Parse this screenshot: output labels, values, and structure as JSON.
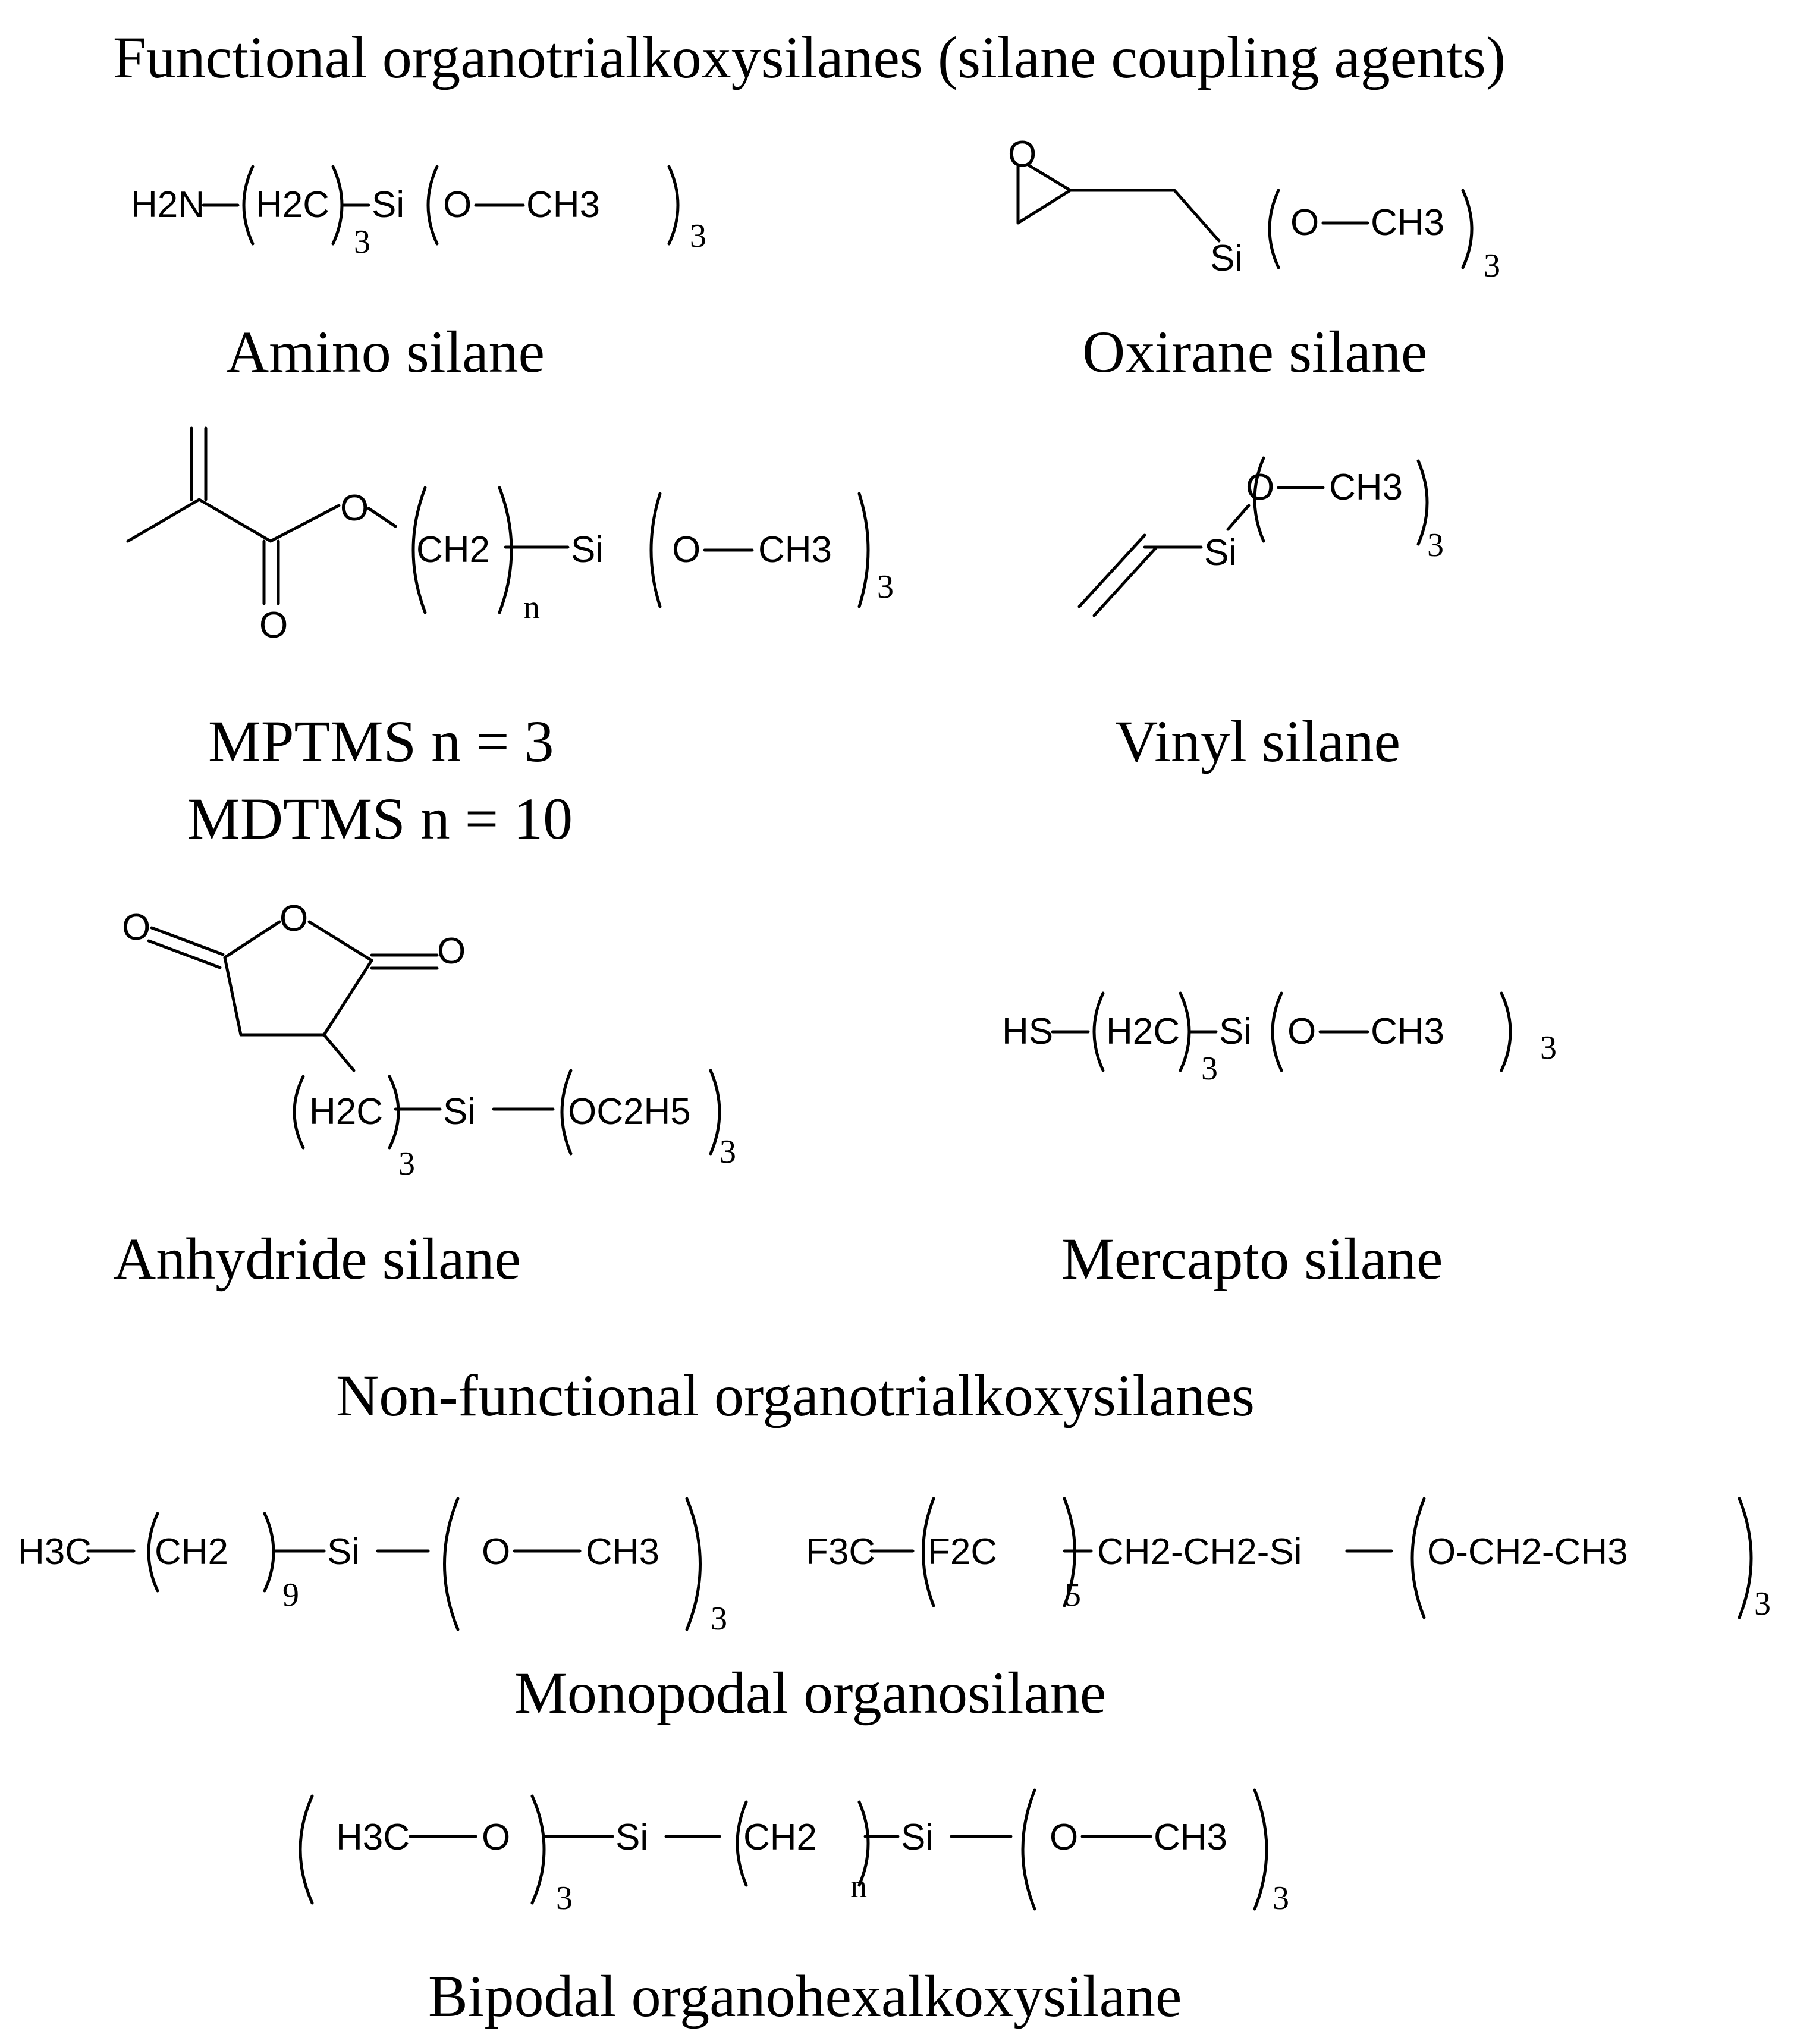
{
  "headings": {
    "functional": "Functional organotrialkoxysilanes (silane coupling agents)",
    "non_functional": "Non-functional organotrialkoxysilanes"
  },
  "captions": {
    "amino": "Amino silane",
    "oxirane": "Oxirane silane",
    "mptms": "MPTMS n = 3",
    "mdtms": "MDTMS n = 10",
    "vinyl": "Vinyl silane",
    "anhydride": "Anhydride silane",
    "mercapto": "Mercapto silane",
    "monopodal": "Monopodal organosilane",
    "bipodal": "Bipodal organohexalkoxysilane"
  },
  "atoms": {
    "H2N": "H2N",
    "H2C": "H2C",
    "Si": "Si",
    "O": "O",
    "CH3": "CH3",
    "CH2": "CH2",
    "HS": "HS",
    "OC2H5": "OC2H5",
    "H3C": "H3C",
    "F3C": "F3C",
    "F2C": "F2C",
    "CH2CH2": "CH2-CH2-Si",
    "OCH2CH3": "O-CH2-CH3"
  },
  "subscripts": {
    "three": "3",
    "n": "n",
    "nine": "9",
    "five": "5"
  }
}
